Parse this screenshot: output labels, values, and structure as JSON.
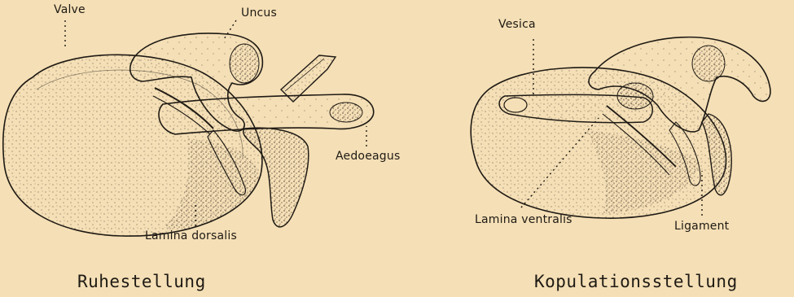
{
  "figure": {
    "left": {
      "labels": {
        "valve": "Valve",
        "uncus": "Uncus",
        "aedoeagus": "Aedoeagus",
        "lamina_dorsalis": "Lamina dorsalis"
      },
      "caption": "Ruhestellung"
    },
    "right": {
      "labels": {
        "vesica": "Vesica",
        "lamina_ventralis": "Lamina ventralis",
        "ligament": "Ligament"
      },
      "caption": "Kopulationsstellung"
    }
  },
  "colors": {
    "background": "#f5dfb6",
    "ink": "#1e1a14",
    "stipple": "#3b3024"
  }
}
